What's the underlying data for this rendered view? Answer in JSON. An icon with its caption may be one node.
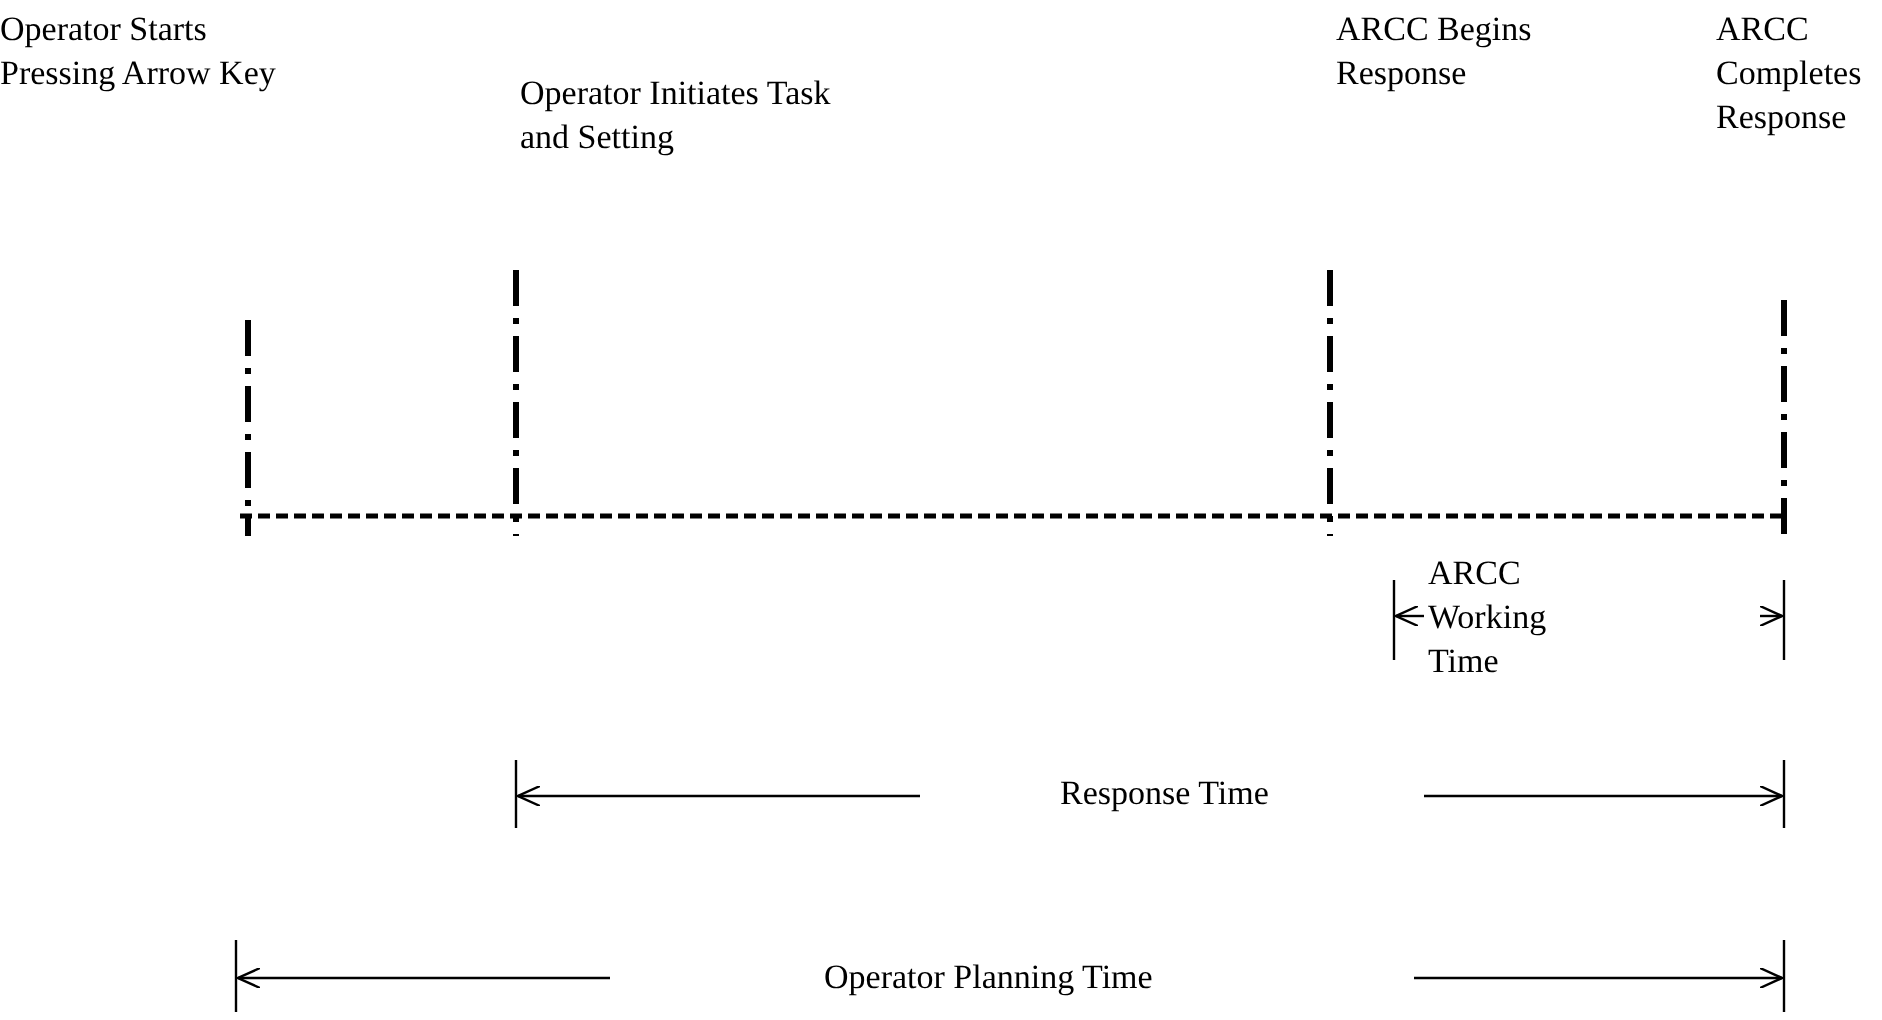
{
  "diagram": {
    "labels": [
      "Operator Starts Pressing Arrow Key",
      "Operator Initiates Task and Setting",
      "ARCC Begins Response",
      "ARCC Completes Response",
      "ARCC Working Time",
      "Response Time",
      "Operator Planning Time"
    ]
  }
}
